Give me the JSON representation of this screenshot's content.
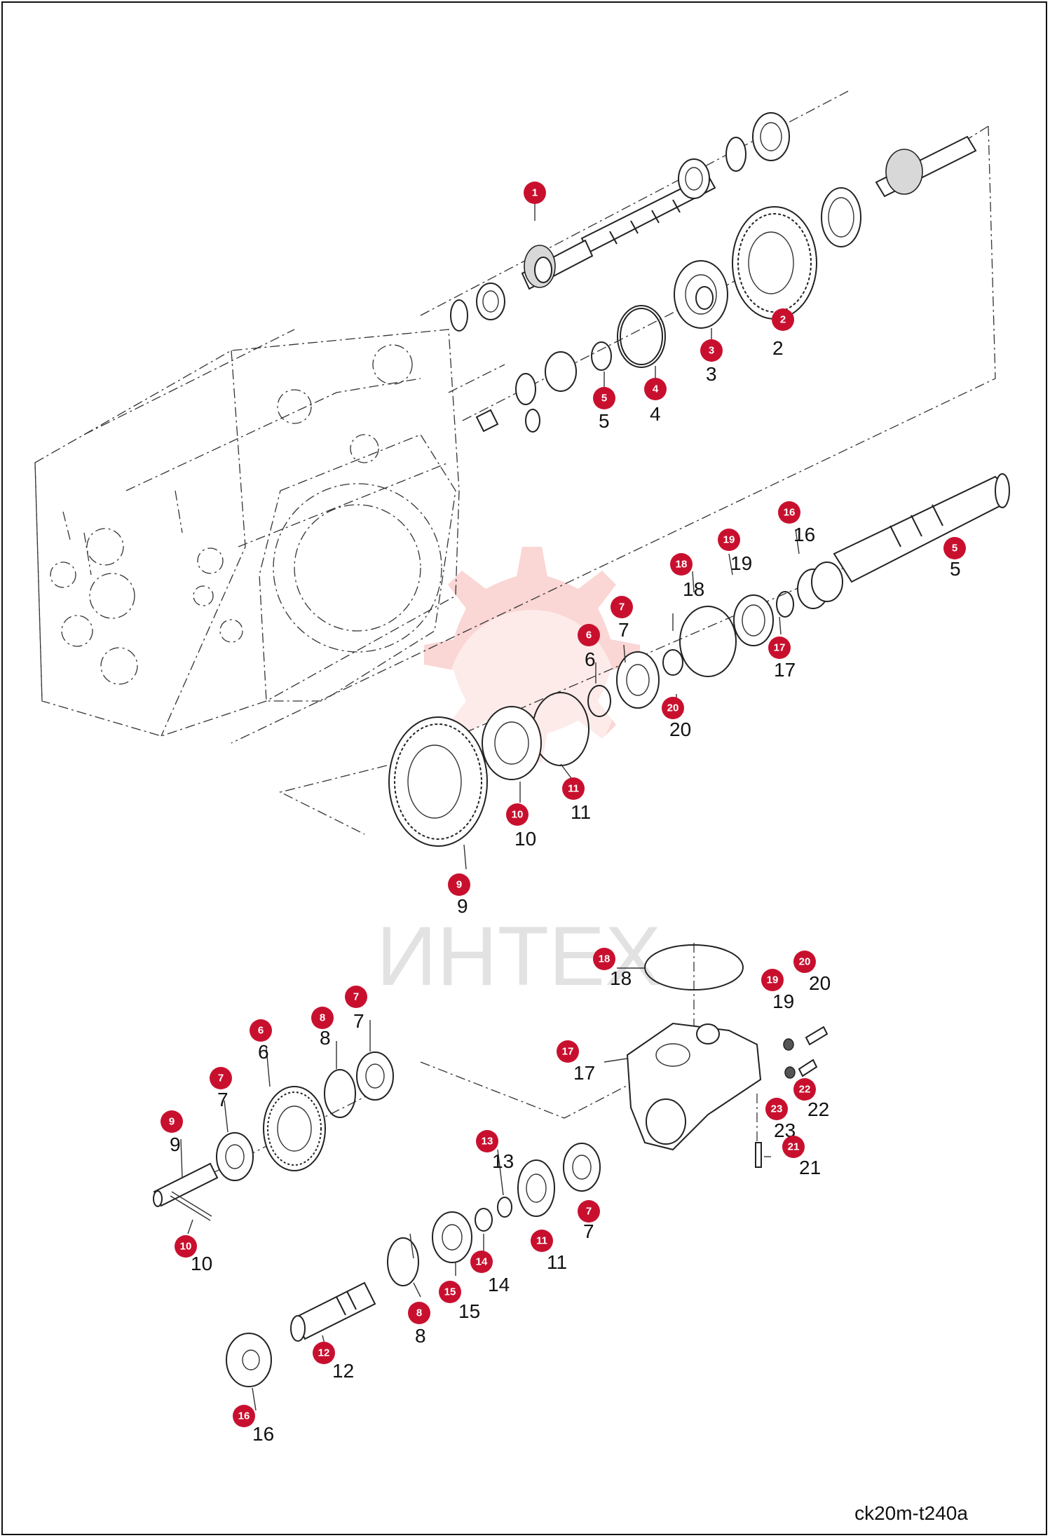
{
  "drawing_code": "ck20m-t240a",
  "watermark": "ИНТЕХ",
  "callouts": [
    {
      "label": "1"
    },
    {
      "label": "2"
    },
    {
      "label": "3"
    },
    {
      "label": "4"
    },
    {
      "label": "5"
    },
    {
      "label": "5"
    },
    {
      "label": "16"
    },
    {
      "label": "19"
    },
    {
      "label": "18"
    },
    {
      "label": "7"
    },
    {
      "label": "6"
    },
    {
      "label": "17"
    },
    {
      "label": "20"
    },
    {
      "label": "11"
    },
    {
      "label": "10"
    },
    {
      "label": "9"
    },
    {
      "label": "18"
    },
    {
      "label": "20"
    },
    {
      "label": "19"
    },
    {
      "label": "17"
    },
    {
      "label": "22"
    },
    {
      "label": "23"
    },
    {
      "label": "21"
    },
    {
      "label": "7"
    },
    {
      "label": "8"
    },
    {
      "label": "6"
    },
    {
      "label": "7"
    },
    {
      "label": "9"
    },
    {
      "label": "10"
    },
    {
      "label": "13"
    },
    {
      "label": "7"
    },
    {
      "label": "11"
    },
    {
      "label": "14"
    },
    {
      "label": "15"
    },
    {
      "label": "8"
    },
    {
      "label": "12"
    },
    {
      "label": "16"
    }
  ]
}
